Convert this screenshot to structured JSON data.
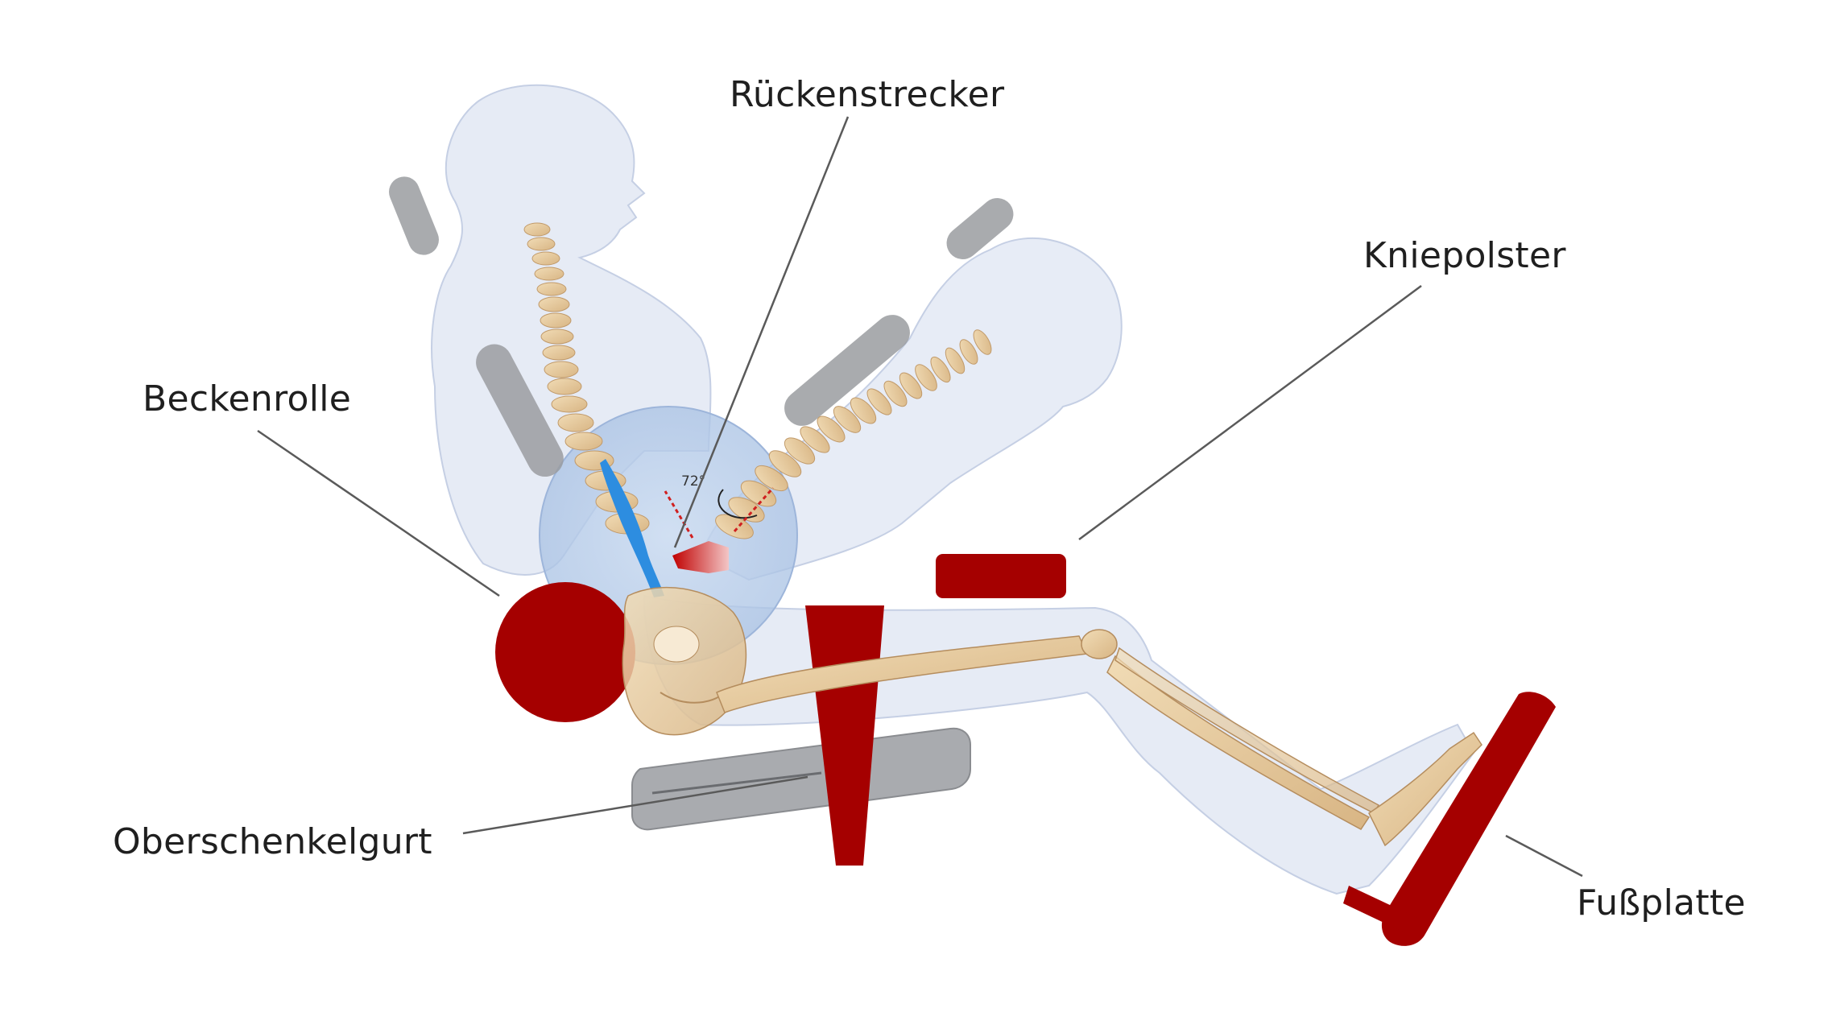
{
  "labels": {
    "back_extender": "Rückenstrecker",
    "knee_pad": "Kniepolster",
    "pelvic_roll": "Beckenrolle",
    "thigh_strap": "Oberschenkelgurt",
    "foot_plate": "Fußplatte"
  },
  "angle_label": "72°",
  "colors": {
    "pads": "#a50000",
    "machine_parts": "#9a9ca0",
    "body_ghost": "#d7dff0",
    "bone": "#e6c89c",
    "highlight_circle": "#b8cdea",
    "muscle_highlight": "#2d8de0",
    "leader_lines": "#5a5a5a"
  }
}
